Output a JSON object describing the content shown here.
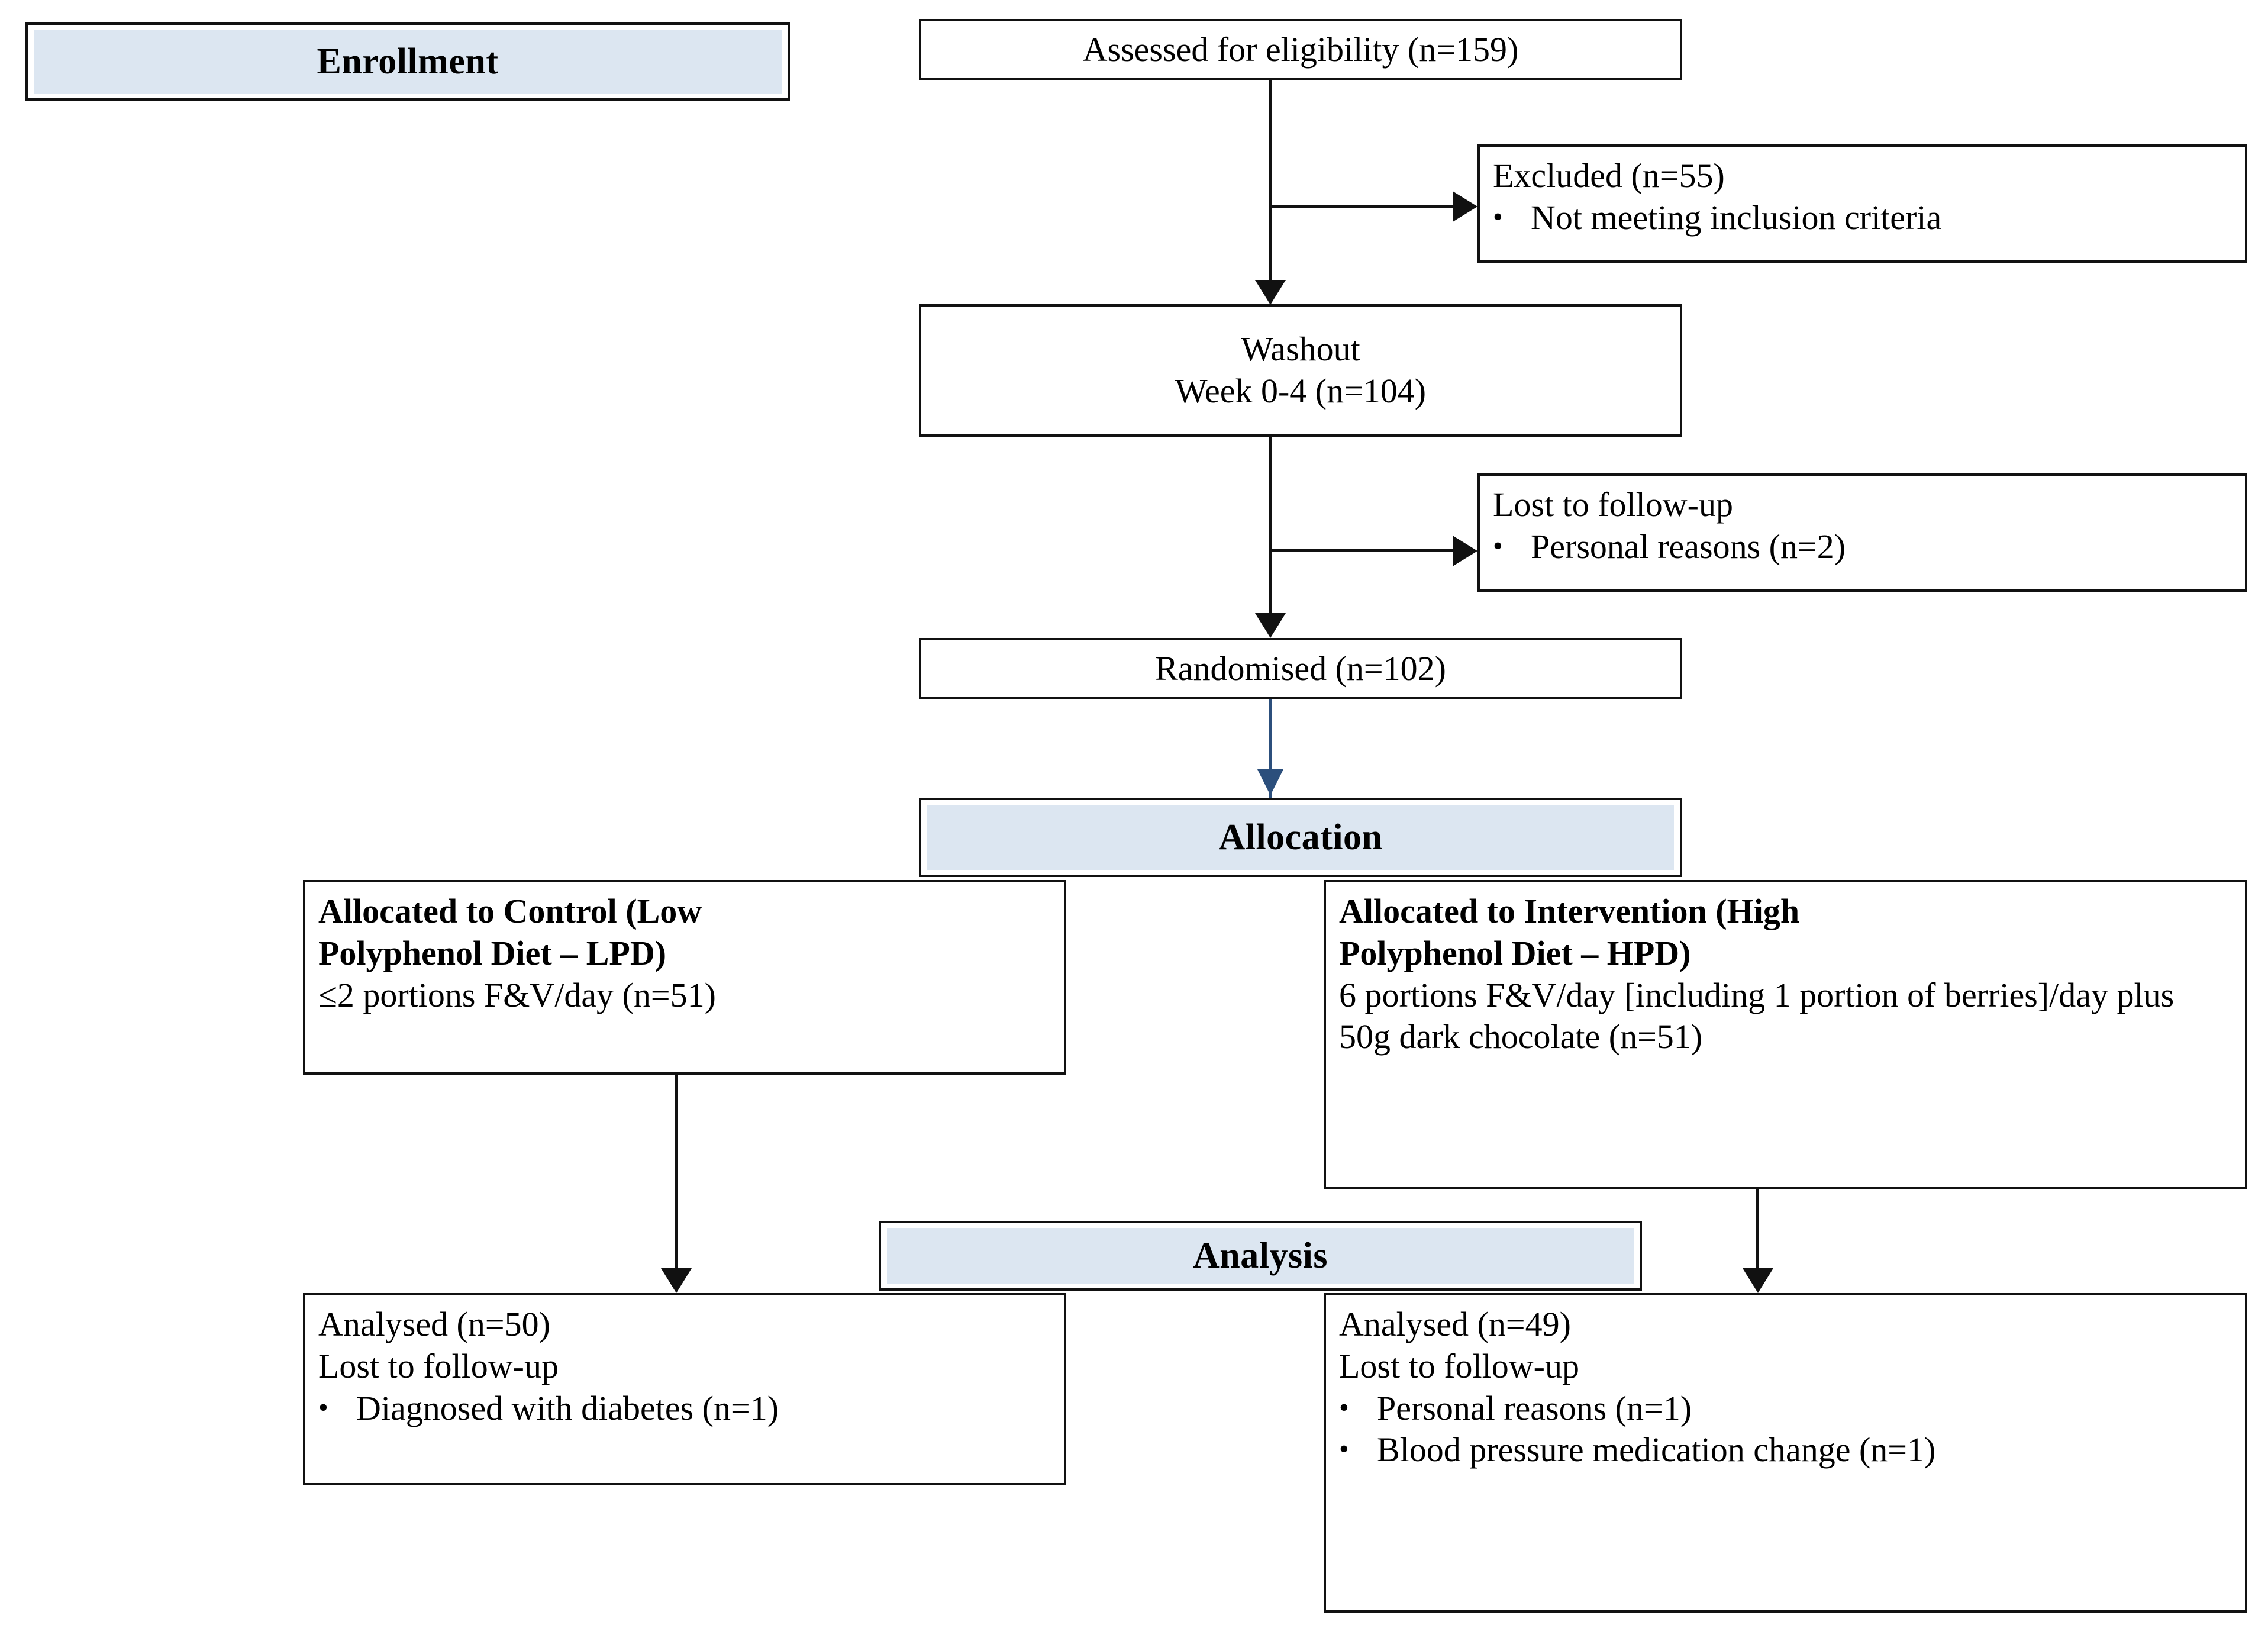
{
  "diagram": {
    "title": "CONSORT participant flow diagram",
    "accent_color": "#dce6f1",
    "line_color": "#111111",
    "allocation_arrow_color": "#2c4f7c"
  },
  "banners": {
    "enrollment": "Enrollment",
    "allocation": "Allocation",
    "analysis": "Analysis"
  },
  "nodes": {
    "assessed": {
      "line1": "Assessed for eligibility (n=159)"
    },
    "excluded": {
      "heading": "Excluded (n=55)",
      "bullet1_dot": "•",
      "bullet1": "Not meeting inclusion criteria"
    },
    "washout": {
      "line1": "Washout",
      "line2": "Week 0-4 (n=104)"
    },
    "lost_washout": {
      "heading": "Lost to follow-up",
      "bullet1_dot": "•",
      "bullet1": "Personal reasons (n=2)"
    },
    "randomised": {
      "line1": "Randomised (n=102)"
    },
    "allocated_control": {
      "line1": "Allocated to Control (Low",
      "line2": "Polyphenol Diet – LPD)",
      "line3": "≤2 portions F&V/day (n=51)"
    },
    "allocated_intervention": {
      "line1": "Allocated to Intervention (High",
      "line2": "Polyphenol Diet – HPD)",
      "line3": "6 portions F&V/day [including 1 portion of berries]/day plus 50g dark chocolate (n=51)"
    },
    "analysed_control": {
      "line1": "Analysed (n=50)",
      "line2": "Lost to follow-up",
      "bullet1_dot": "•",
      "bullet1": "Diagnosed with diabetes (n=1)"
    },
    "analysed_intervention": {
      "line1": "Analysed (n=49)",
      "line2": "Lost to follow-up",
      "bullet1_dot": "•",
      "bullet1": "Personal reasons (n=1)",
      "bullet2_dot": "•",
      "bullet2": "Blood pressure medication change (n=1)"
    }
  },
  "chart_data": {
    "type": "diagram",
    "title": "CONSORT flow of participants through the polyphenol diet trial",
    "stages": [
      {
        "stage": "Enrollment",
        "label": "Assessed for eligibility",
        "n": 159
      },
      {
        "stage": "Enrollment",
        "label": "Excluded – Not meeting inclusion criteria",
        "n": 55
      },
      {
        "stage": "Enrollment",
        "label": "Washout Week 0-4",
        "n": 104
      },
      {
        "stage": "Enrollment",
        "label": "Lost to follow-up – Personal reasons",
        "n": 2
      },
      {
        "stage": "Enrollment",
        "label": "Randomised",
        "n": 102
      },
      {
        "stage": "Allocation",
        "label": "Allocated to Control (Low Polyphenol Diet – LPD)",
        "n": 51
      },
      {
        "stage": "Allocation",
        "label": "Allocated to Intervention (High Polyphenol Diet – HPD)",
        "n": 51
      },
      {
        "stage": "Analysis",
        "label": "Analysed (Control)",
        "n": 50
      },
      {
        "stage": "Analysis",
        "label": "Control lost to follow-up – Diagnosed with diabetes",
        "n": 1
      },
      {
        "stage": "Analysis",
        "label": "Analysed (Intervention)",
        "n": 49
      },
      {
        "stage": "Analysis",
        "label": "Intervention lost to follow-up – Personal reasons",
        "n": 1
      },
      {
        "stage": "Analysis",
        "label": "Intervention lost to follow-up – Blood pressure medication change",
        "n": 1
      }
    ]
  }
}
